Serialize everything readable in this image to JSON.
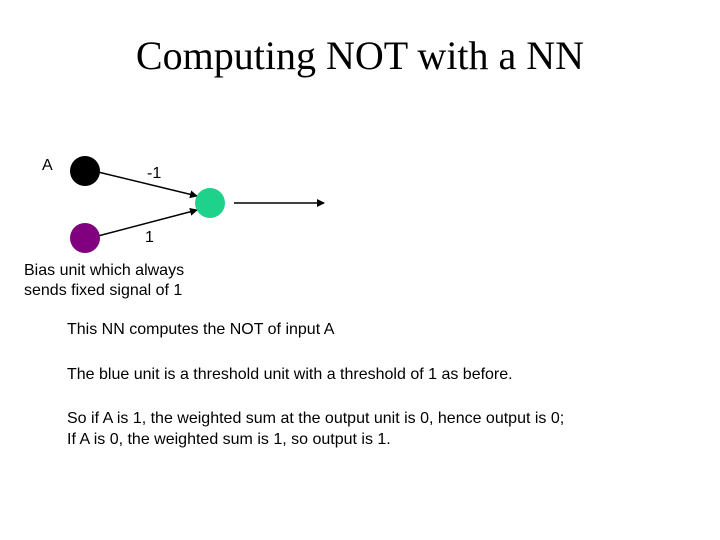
{
  "slide": {
    "title": "Computing NOT with a NN"
  },
  "diagram": {
    "input_label": "A",
    "weight_input": "-1",
    "weight_bias": "1",
    "bias_caption": {
      "line1": "Bias unit which always",
      "line2": "sends fixed signal of 1"
    },
    "colors": {
      "input_node": "#000000",
      "bias_node": "#800080",
      "output_node": "#1ed28c",
      "edge": "#000000"
    }
  },
  "text": {
    "p1": "This NN computes the NOT of input A",
    "p2": "The blue unit is a threshold unit with a threshold of 1 as before.",
    "p3_line1": "So if A is 1, the weighted sum at the output unit is 0, hence output is 0;",
    "p3_line2": "If A is 0, the weighted sum is 1, so output is 1."
  }
}
